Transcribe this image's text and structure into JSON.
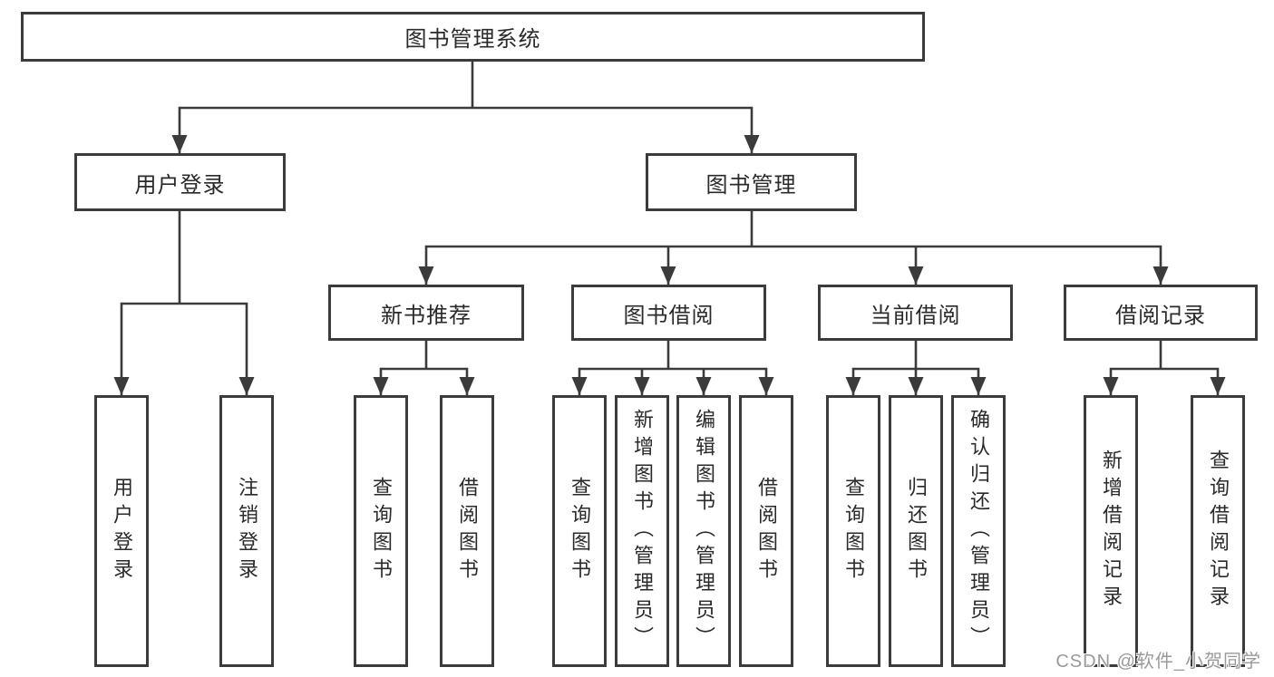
{
  "style": {
    "line_color": "#3b3b3b",
    "text_color": "#2a2a2a",
    "box_bg": "#ffffff",
    "watermark_color": "#9a9a9a",
    "background": "#ffffff"
  },
  "tree": {
    "root": {
      "label": "图书管理系统"
    },
    "level2": [
      {
        "label": "用户登录"
      },
      {
        "label": "图书管理"
      }
    ],
    "level3": [
      {
        "label": "新书推荐"
      },
      {
        "label": "图书借阅"
      },
      {
        "label": "当前借阅"
      },
      {
        "label": "借阅记录"
      }
    ],
    "leaves": [
      {
        "label": "用户登录"
      },
      {
        "label": "注销登录"
      },
      {
        "label": "查询图书"
      },
      {
        "label": "借阅图书"
      },
      {
        "label": "查询图书"
      },
      {
        "label": "新增图书（管理员）"
      },
      {
        "label": "编辑图书（管理员）"
      },
      {
        "label": "借阅图书"
      },
      {
        "label": "查询图书"
      },
      {
        "label": "归还图书"
      },
      {
        "label": "确认归还（管理员）"
      },
      {
        "label": "新增借阅记录"
      },
      {
        "label": "查询借阅记录"
      }
    ]
  },
  "watermark": "CSDN @软件_小贺同学"
}
